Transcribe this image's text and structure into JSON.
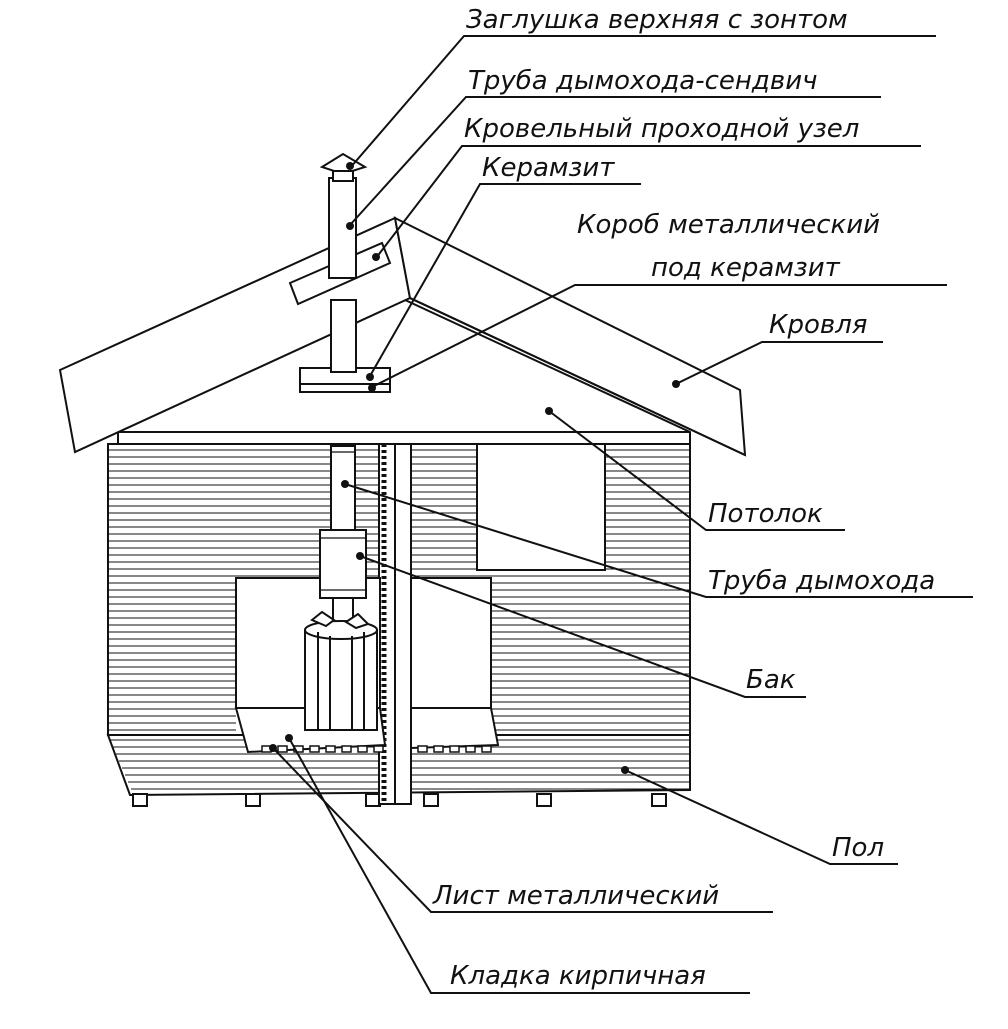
{
  "labels": {
    "cap": "Заглушка верхняя с зонтом",
    "sandwich_pipe": "Труба дымохода-сендвич",
    "roof_pass": "Кровельный проходной узел",
    "keramzit": "Керамзит",
    "metal_box_line1": "Короб металлический",
    "metal_box_line2": "под керамзит",
    "roof": "Кровля",
    "ceiling": "Потолок",
    "chimney_pipe": "Труба дымохода",
    "tank": "Бак",
    "floor": "Пол",
    "metal_sheet": "Лист металлический",
    "brickwork": "Кладка кирпичная"
  },
  "colors": {
    "ink": "#111111",
    "paper": "#ffffff"
  }
}
